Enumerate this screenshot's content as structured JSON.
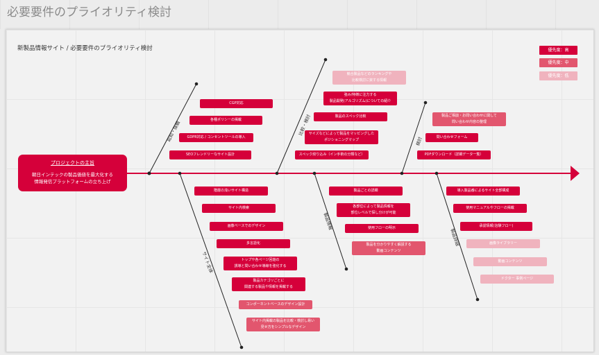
{
  "page": {
    "title": "必要要件のプライオリティ検討"
  },
  "board": {
    "title": "新製品情報サイト / 必要要件のプライオリティ検討"
  },
  "legend": [
    {
      "label": "優先度：高",
      "level": "high"
    },
    {
      "label": "優先度：中",
      "level": "mid"
    },
    {
      "label": "優先度：低",
      "level": "low"
    }
  ],
  "colors": {
    "high": "#d5003a",
    "mid": "#e2566e",
    "low": "#f0b3be",
    "spine": "#d5003a"
  },
  "root": {
    "title": "プロジェクトの主旨",
    "line1": "朝日インテックの製品価値を最大化する",
    "line2": "情報発信プラットフォームの立ち上げ"
  },
  "categories": {
    "c1": "認知・接触",
    "c2": "比較・検討",
    "c3": "検討",
    "c4": "サイト全体",
    "c5": "製品情報",
    "c6": "製品詳細"
  },
  "items": {
    "a1": "CGP対応",
    "a2": "各種ポリシーの掲載",
    "a3": "GDPR対応 / コンセントツールの導入",
    "a4": "SEOフレンドリーなサイト設計",
    "b1a": "競合製品などのランキングや",
    "b1b": "比較検討に資する情報",
    "b2a": "強み/特徴に注力する",
    "b2b": "製品開発(アルゴリズム)についての紹介",
    "b3": "製品のスペック比較",
    "b4a": "サイズなどによって製品をマッピングした",
    "b4b": "ポジショニングマップ",
    "b5": "スペック絞り込み（イン手術の分類など）",
    "c1a": "製品ご相談・お問い合わせに関して",
    "c1b": "問い合わせ内容の整理",
    "c2": "問い合わせフォーム",
    "c3": "PDFダウンロード（詳細データ一覧）",
    "d1": "階層の浅いサイト構造",
    "d2": "サイト内検索",
    "d3": "画像ベースでのデザイン",
    "d4": "多言語化",
    "d5a": "トップや各ページ回遊の",
    "d5b": "誘導と問い合わせ導線を強化する",
    "d6a": "製品カテゴリごとに",
    "d6b": "関連する製品や情報を掲載する",
    "d7": "コンポーネントベースのデザイン設計",
    "d8a": "サイト内掲載の製品を比較・検討し易い",
    "d8b": "見せ方をシンプルなデザイン",
    "e1": "製品ごとの詳細",
    "e2a": "各部位によって製品情報を",
    "e2b": "部位レベルで探し分けが可能",
    "e3": "使用フローの明示",
    "e4a": "製品を分かりやすく解説する",
    "e4b": "動画コンテンツ",
    "f1": "導入製品番によるサイト全部構成",
    "f2": "使用マニュアルやフローの掲載",
    "f3": "承認情報(治験フロー)",
    "f4": "画像ライブラリー",
    "f5": "動画コンテンツ",
    "f6": "ドクター 事例ページ"
  }
}
